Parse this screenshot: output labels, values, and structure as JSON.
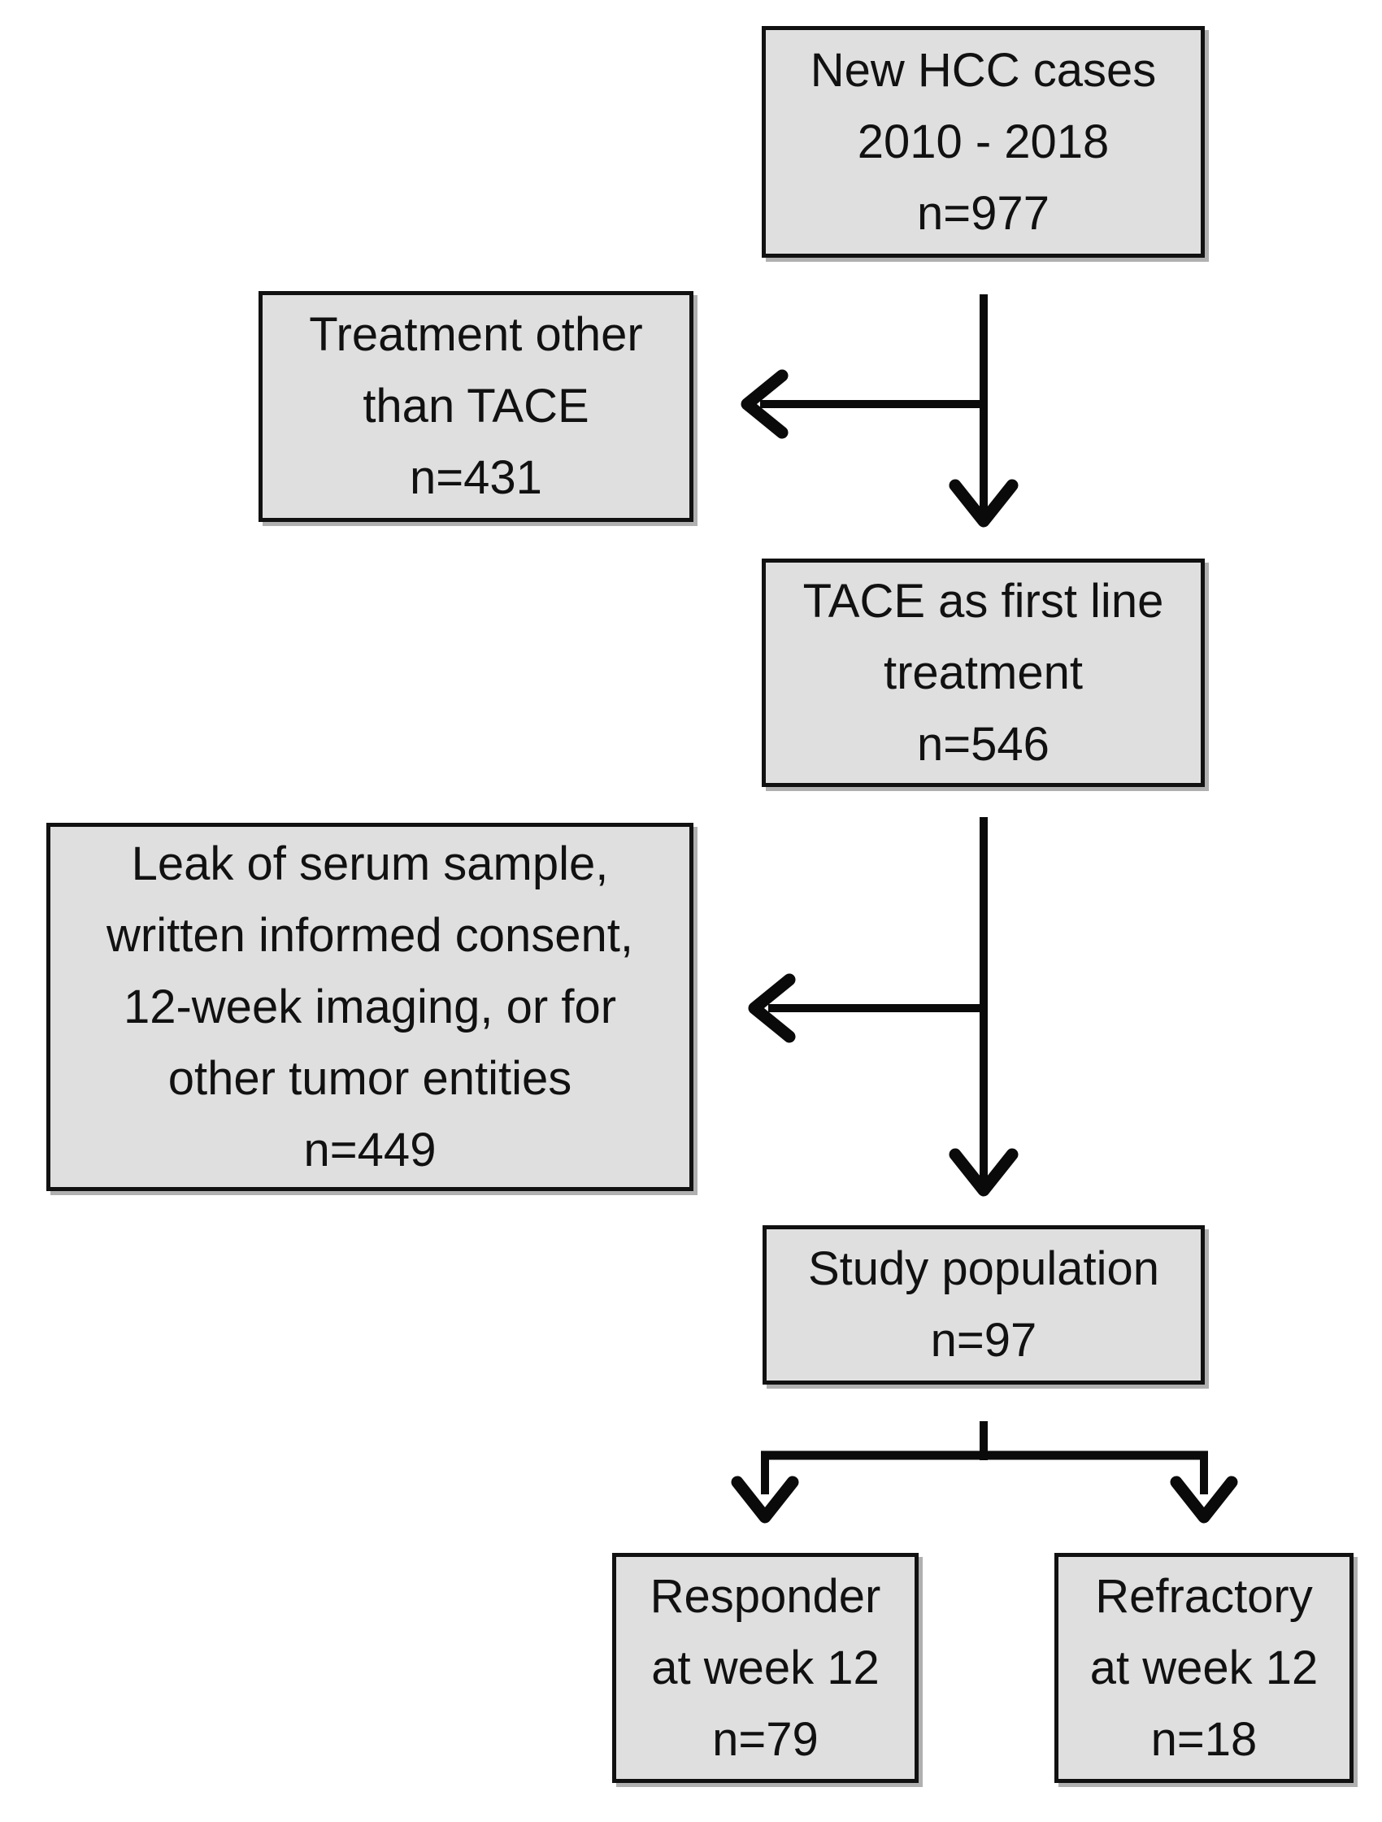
{
  "colors": {
    "background": "#ffffff",
    "box_fill": "#dfdfdf",
    "box_border": "#111111",
    "arrow": "#0a0a0a",
    "text": "#111111"
  },
  "diagram": {
    "type": "flowchart",
    "nodes": [
      {
        "id": "new-hcc-cases",
        "text": "New HCC cases\n2010 - 2018\nn=977",
        "n": 977
      },
      {
        "id": "treatment-other-than-tace",
        "text": "Treatment other\nthan TACE\nn=431",
        "n": 431
      },
      {
        "id": "tace-first-line",
        "text": "TACE as first line\ntreatment\nn=546",
        "n": 546
      },
      {
        "id": "excluded-missing-data",
        "text": "Leak of serum sample,\nwritten informed consent,\n12-week imaging, or for\nother tumor entities\nn=449",
        "n": 449
      },
      {
        "id": "study-population",
        "text": "Study population\nn=97",
        "n": 97
      },
      {
        "id": "responder-week-12",
        "text": "Responder\nat week 12\nn=79",
        "n": 79
      },
      {
        "id": "refractory-week-12",
        "text": "Refractory\nat week 12\nn=18",
        "n": 18
      }
    ],
    "edges": [
      {
        "from": "new-hcc-cases",
        "to": "tace-first-line",
        "type": "flow"
      },
      {
        "from": "new-hcc-cases",
        "to": "treatment-other-than-tace",
        "type": "exclusion"
      },
      {
        "from": "tace-first-line",
        "to": "study-population",
        "type": "flow"
      },
      {
        "from": "tace-first-line",
        "to": "excluded-missing-data",
        "type": "exclusion"
      },
      {
        "from": "study-population",
        "to": "responder-week-12",
        "type": "flow"
      },
      {
        "from": "study-population",
        "to": "refractory-week-12",
        "type": "flow"
      }
    ]
  }
}
